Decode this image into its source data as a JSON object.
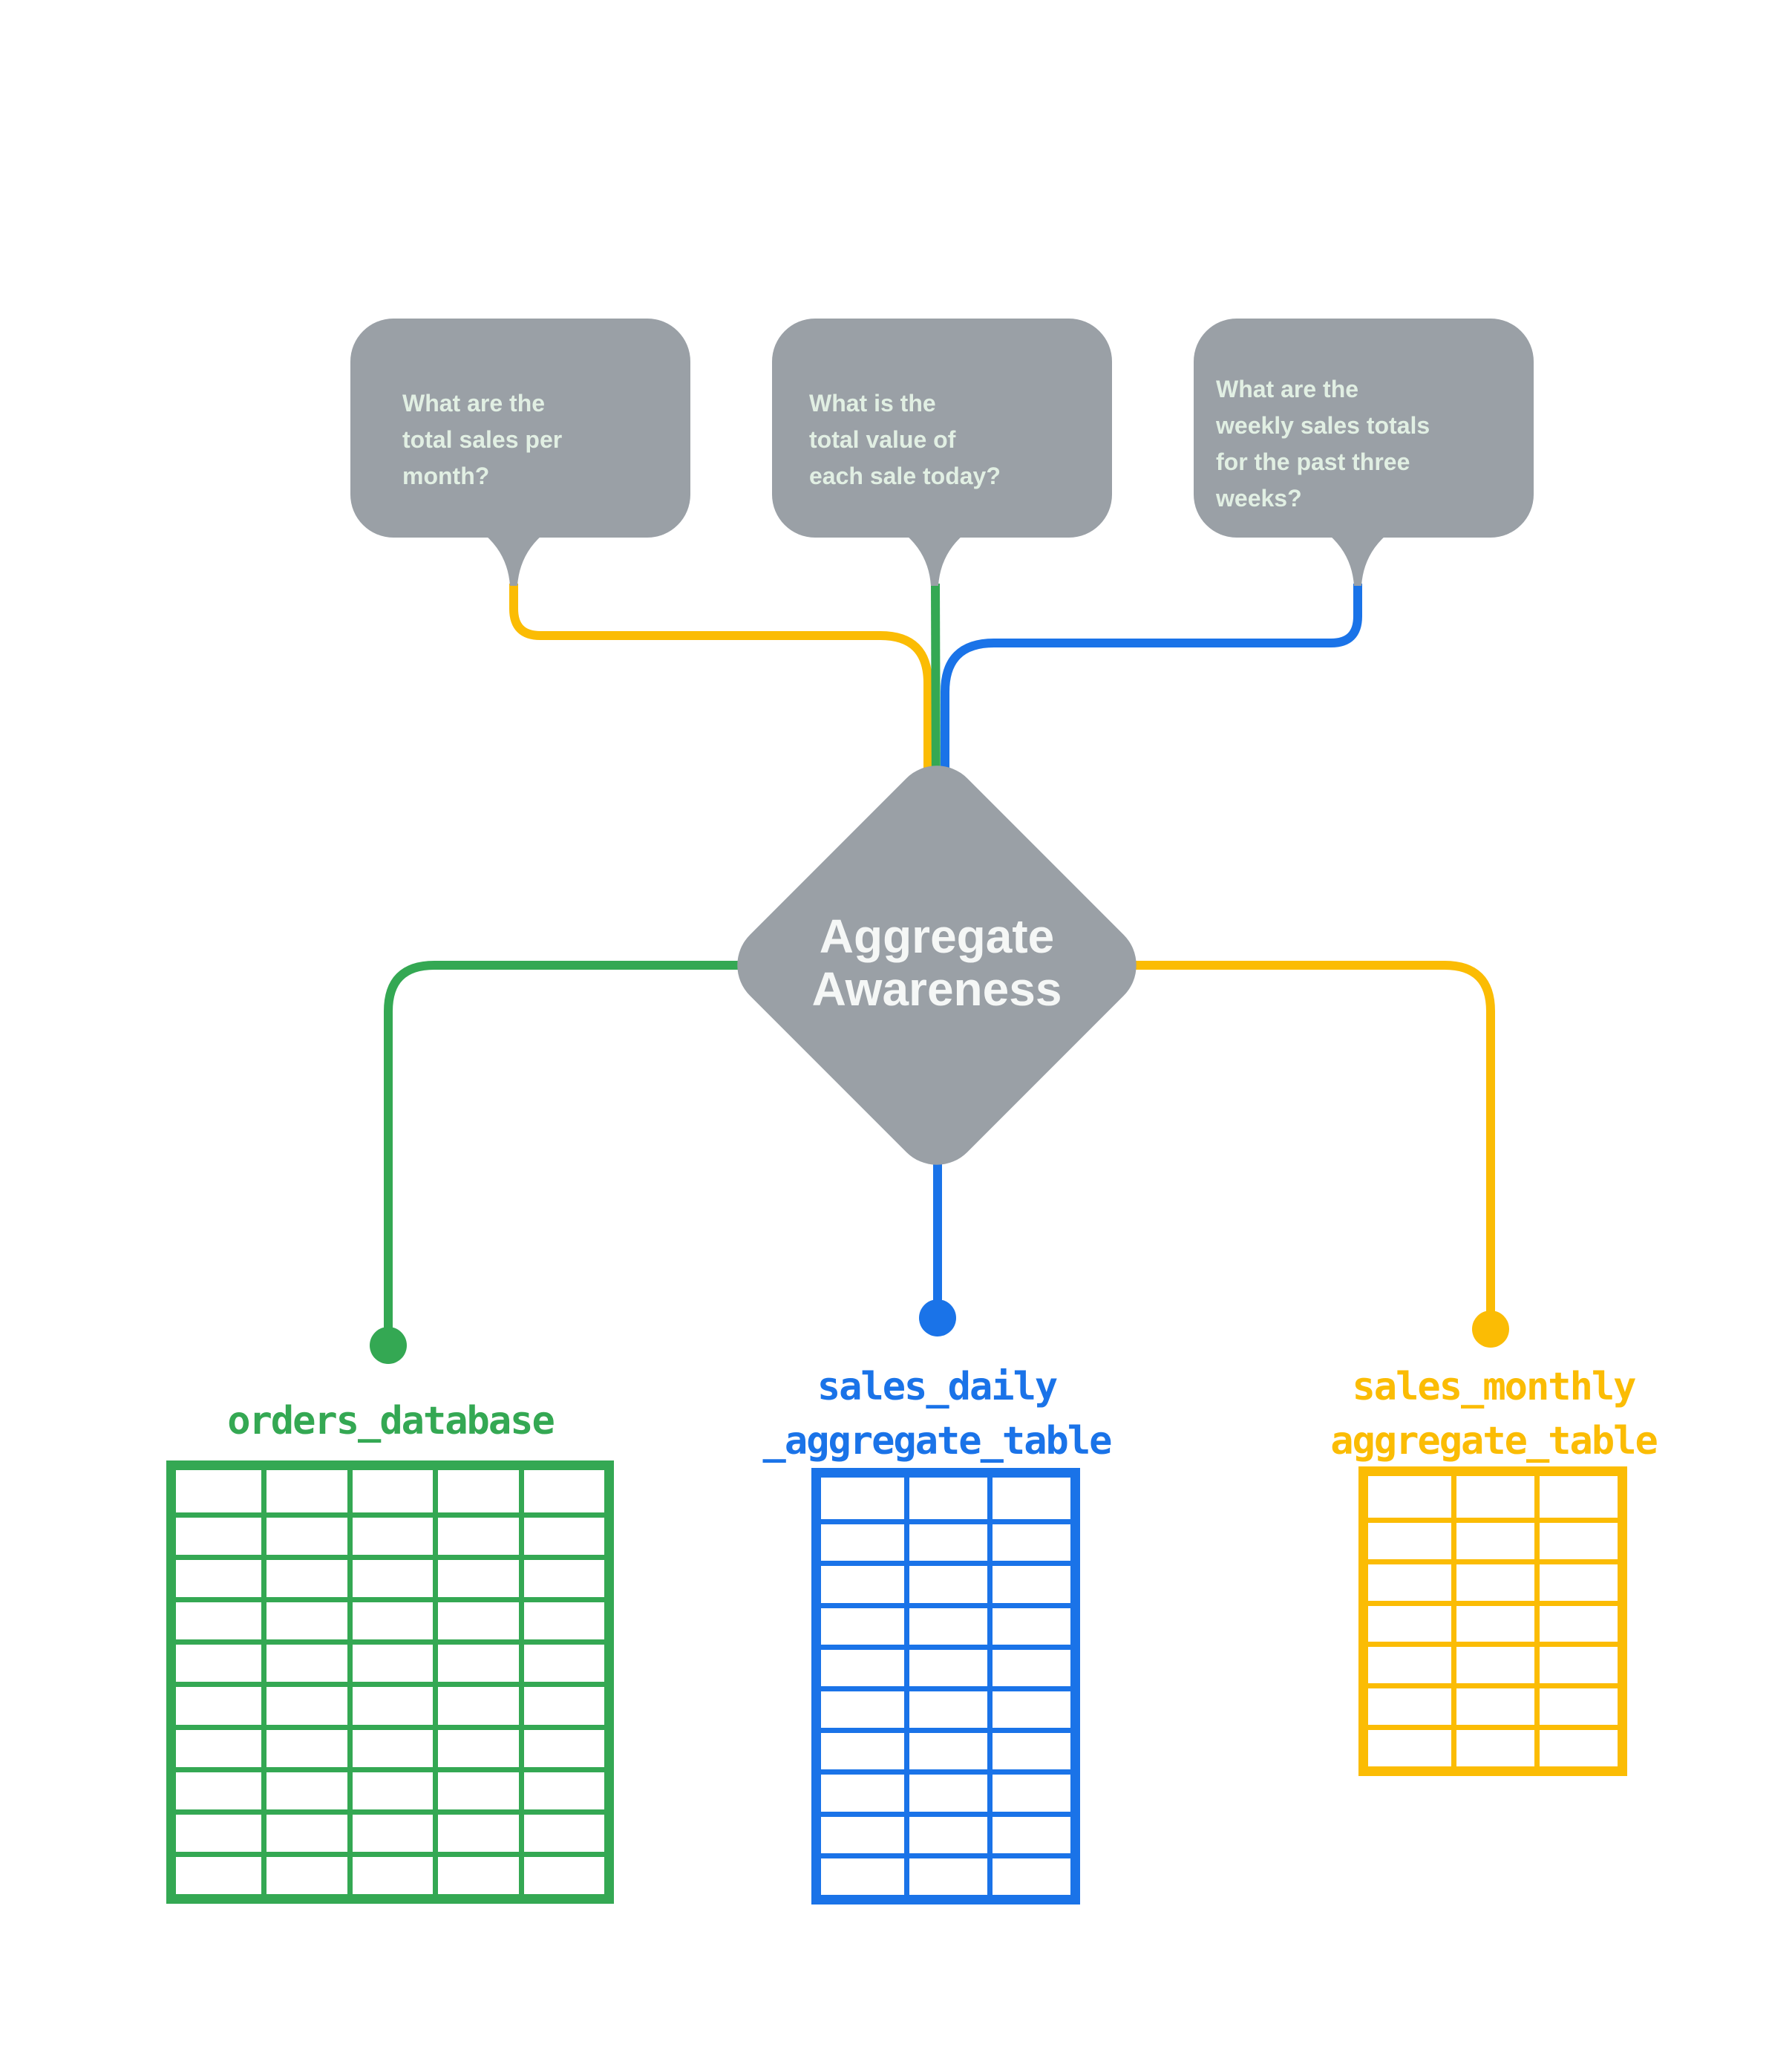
{
  "bubbles": [
    {
      "text": "What are the\ntotal sales per\nmonth?"
    },
    {
      "text": "What is the\ntotal value of\neach sale today?"
    },
    {
      "text": "What are the\nweekly sales totals\nfor the past three\nweeks?"
    }
  ],
  "diamond": {
    "label": "Aggregate\nAwareness"
  },
  "tables": [
    {
      "label": "orders_database",
      "columns": 5,
      "rows": 10,
      "color": "#34A853"
    },
    {
      "label": "sales_daily\n_aggregate_table",
      "columns": 3,
      "rows": 10,
      "color": "#1A73E8"
    },
    {
      "label": "sales_monthly\naggregate_table",
      "columns": 3,
      "rows": 7,
      "color": "#FBBC04"
    }
  ],
  "colors": {
    "green": "#34A853",
    "yellow": "#FBBC04",
    "blue": "#1A73E8",
    "gray": "#9AA0A6",
    "bubble_text": "#E1EFE3",
    "diamond_text": "#F5F7F6",
    "background": "#FFFFFF"
  }
}
